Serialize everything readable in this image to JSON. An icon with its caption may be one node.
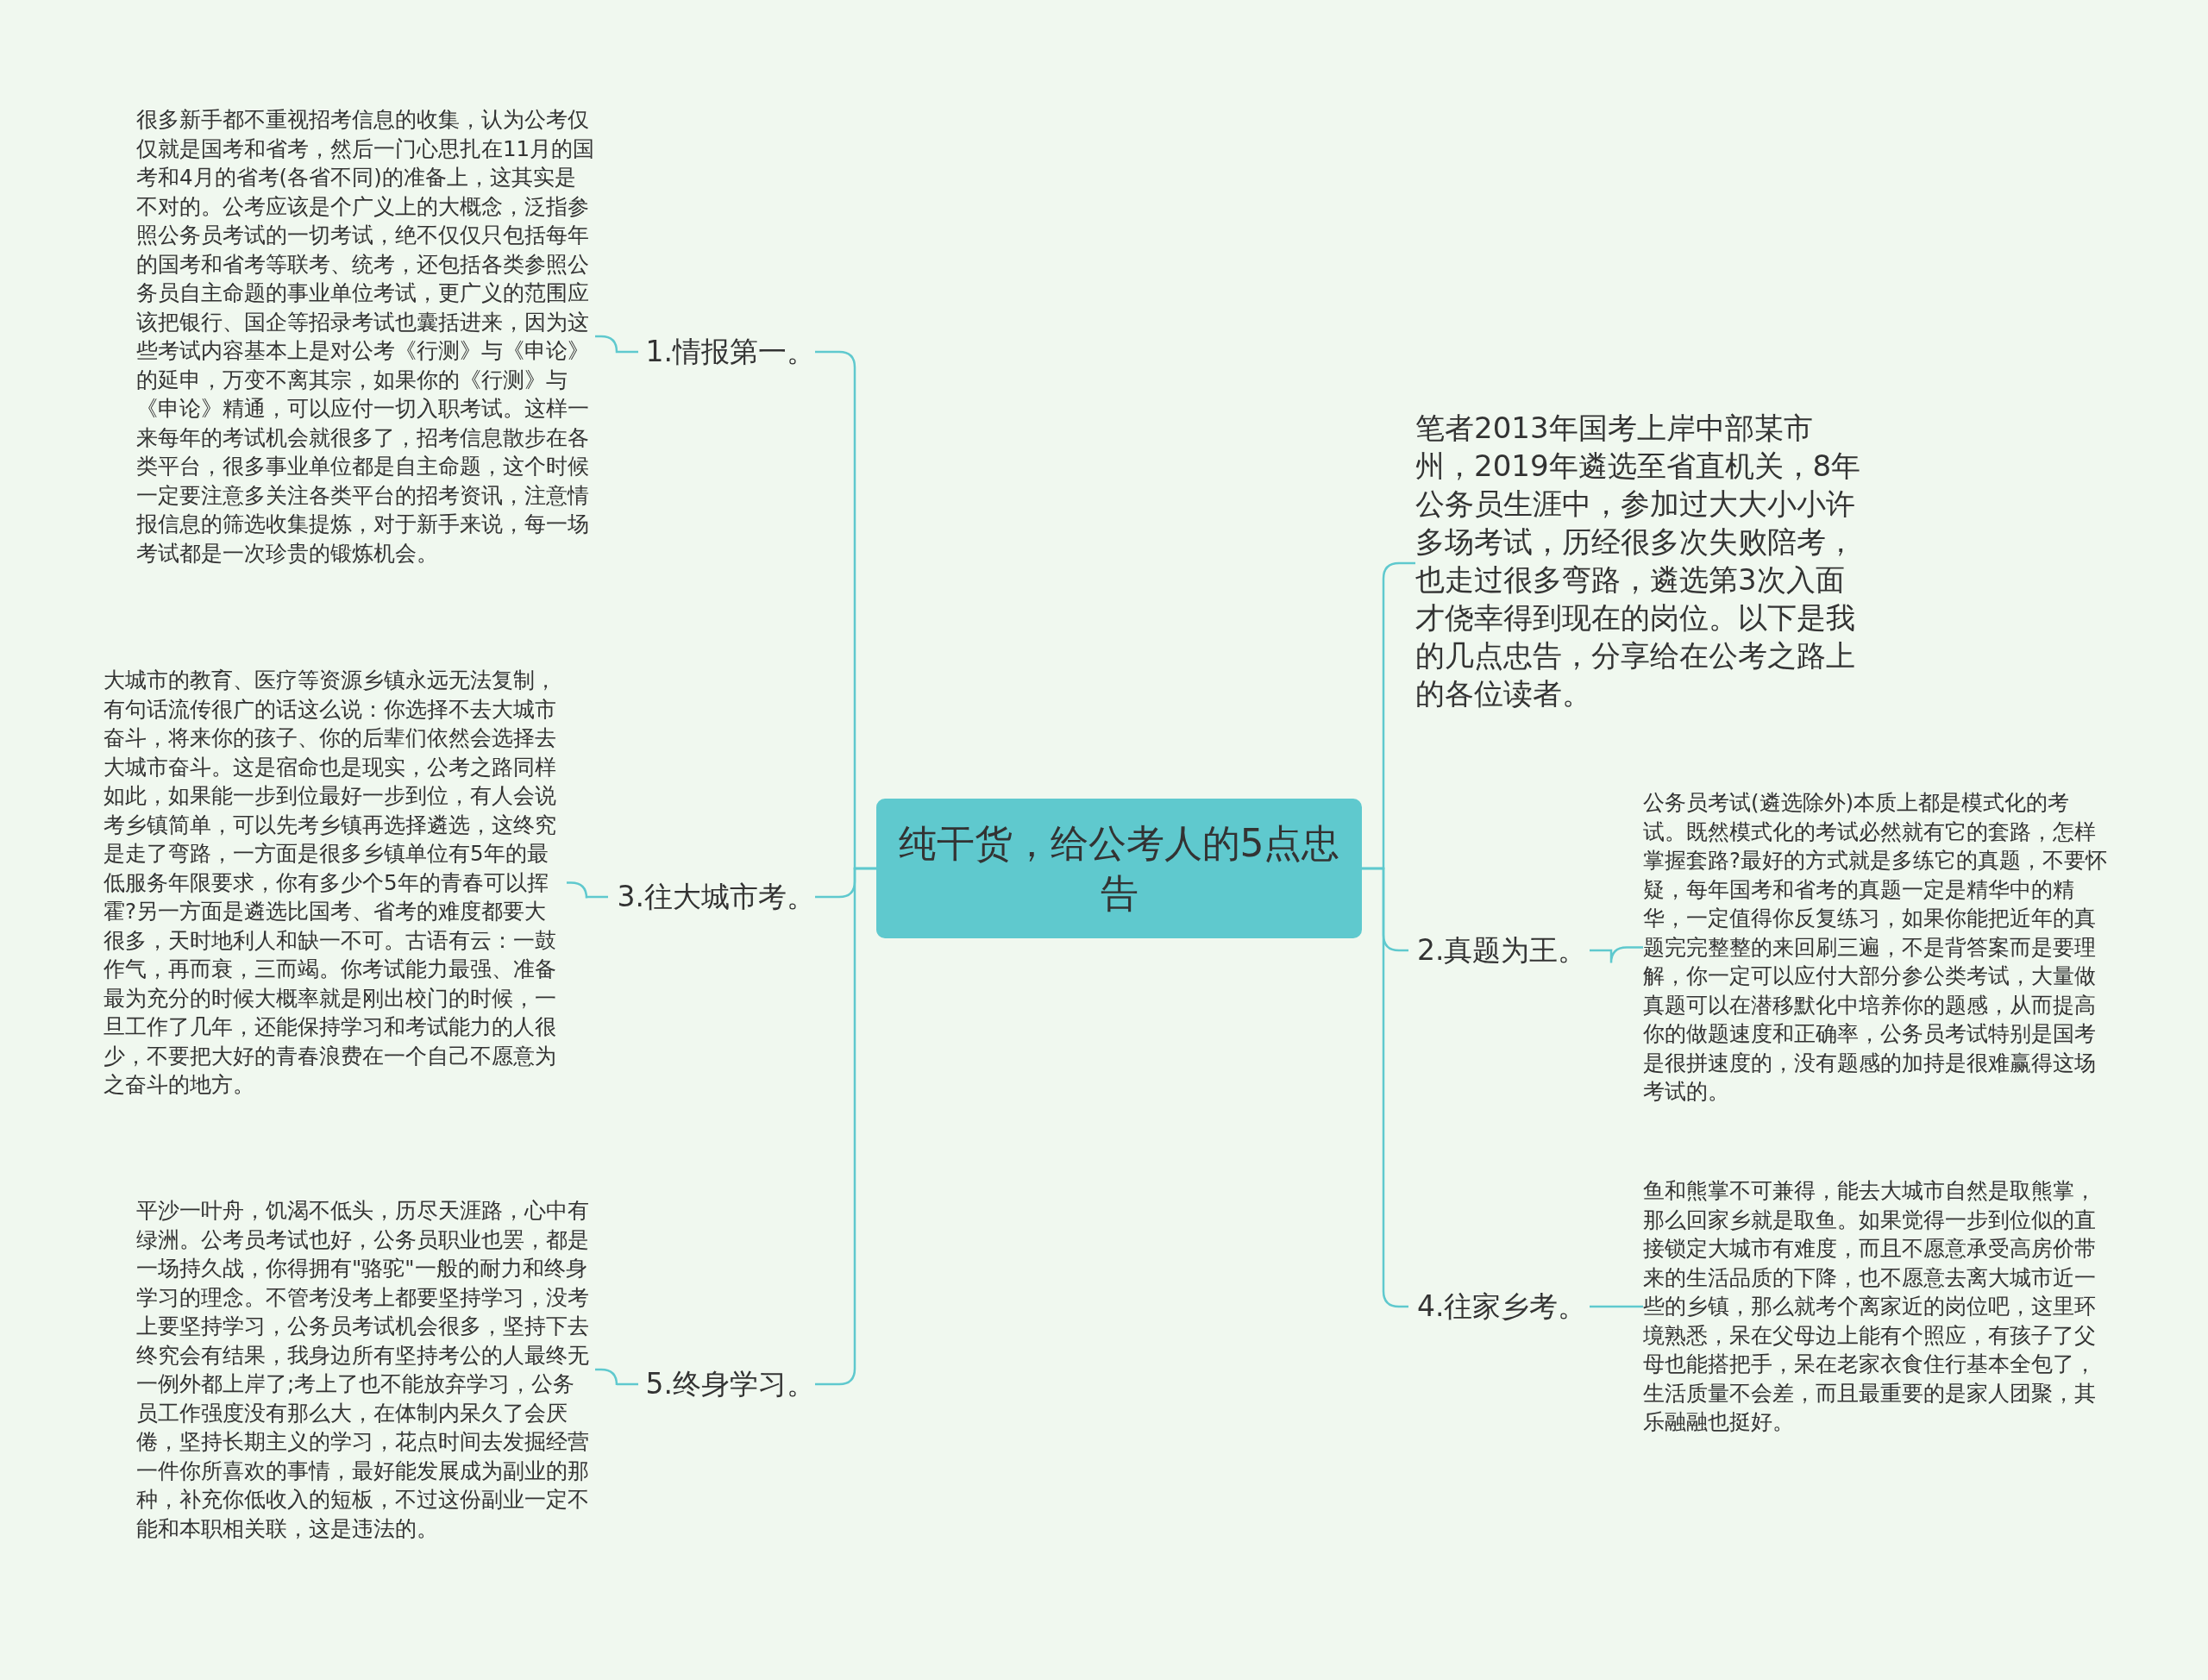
{
  "diagram": {
    "nodes": [
      {
        "text": [
          "纯干货，给公考人的5点忠告"
        ]
      },
      {
        "text": [
          "1.情报第一。"
        ]
      },
      {
        "text": [
          "很多新手都不重视招考信息的收集，认为公考仅仅就是国考和省考，然后一门心思扎在11月的国考和4月的省考(各省不同)的准备上，这其实是不对的。公考应该是个广义上的大概念，泛指参照公务员考试的一切考试，绝不仅仅只包括每年的国考和省考等联考、统考，还包括各类参照公务员自主命题的事业单位考试，更广义的范围应该把银行、国企等招录考试也囊括进来，因为这些考试内容基本上是对公考《行测》与《申论》的延申，万变不离其宗，如果你的《行测》与《申论》精通，可以应付一切入职考试。这样一来每年的考试机会就很多了，招考信息散步在各类平台，很多事业单位都是自主命题，这个时候一定要注意多关注各类平台的招考资讯，注意情报信息的筛选收集提炼，对于新手来说，每一场考试都是一次珍贵的锻炼机会。"
        ]
      },
      {
        "text": [
          "3.往大城市考。"
        ]
      },
      {
        "text": [
          "大城市的教育、医疗等资源乡镇永远无法复制，有句话流传很广的话这么说：你选择不去大城市奋斗，将来你的孩子、你的后辈们依然会选择去大城市奋斗。这是宿命也是现实，公考之路同样如此，如果能一步到位最好一步到位，有人会说考乡镇简单，可以先考乡镇再选择遴选，这终究是走了弯路，一方面是很多乡镇单位有5年的最低服务年限要求，你有多少个5年的青春可以挥霍?另一方面是遴选比国考、省考的难度都要大很多，天时地利人和缺一不可。古语有云：一鼓作气，再而衰，三而竭。你考试能力最强、准备最为充分的时候大概率就是刚出校门的时候，一旦工作了几年，还能保持学习和考试能力的人很少，不要把大好的青春浪费在一个自己不愿意为之奋斗的地方。"
        ]
      },
      {
        "text": [
          "5.终身学习。"
        ]
      },
      {
        "text": [
          "平沙一叶舟，饥渴不低头，历尽天涯路，心中有绿洲。公考员考试也好，公务员职业也罢，都是一场持久战，你得拥有\"骆驼\"一般的耐力和终身学习的理念。不管考没考上都要坚持学习，没考上要坚持学习，公务员考试机会很多，坚持下去终究会有结果，我身边所有坚持考公的人最终无一例外都上岸了;考上了也不能放弃学习，公务员工作强度没有那么大，在体制内呆久了会厌倦，坚持长期主义的学习，花点时间去发掘经营一件你所喜欢的事情，最好能发展成为副业的那种，补充你低收入的短板，不过这份副业一定不能和本职相关联，这是违法的。"
        ]
      },
      {
        "text": [
          "笔者2013年国考上岸中部某市州，2019年遴选至省直机关，8年公务员生涯中，参加过大大小小许多场考试，历经很多次失败陪考，也走过很多弯路，遴选第3次入面才侥幸得到现在的岗位。以下是我的几点忠告，分享给在公考之路上的各位读者。"
        ]
      },
      {
        "text": [
          "2.真题为王。"
        ]
      },
      {
        "text": [
          "公务员考试(遴选除外)本质上都是模式化的考试。既然模式化的考试必然就有它的套路，怎样掌握套路?最好的方式就是多练它的真题，不要怀疑，每年国考和省考的真题一定是精华中的精华，一定值得你反复练习，如果你能把近年的真题完完整整的来回刷三遍，不是背答案而是要理解，你一定可以应付大部分参公类考试，大量做真题可以在潜移默化中培养你的题感，从而提高你的做题速度和正确率，公务员考试特别是国考是很拼速度的，没有题感的加持是很难赢得这场考试的。"
        ]
      },
      {
        "text": [
          "4.往家乡考。"
        ]
      },
      {
        "text": [
          "鱼和熊掌不可兼得，能去大城市自然是取熊掌，那么回家乡就是取鱼。如果觉得一步到位似的直接锁定大城市有难度，而且不愿意承受高房价带来的生活品质的下降，也不愿意去离大城市近一些的乡镇，那么就考个离家近的岗位吧，这里环境熟悉，呆在父母边上能有个照应，有孩子了父母也能搭把手，呆在老家衣食住行基本全包了，生活质量不会差，而且最重要的是家人团聚，其乐融融也挺好。"
        ]
      }
    ],
    "edges": [
      {
        "from": 0,
        "to": 1,
        "arrow": "none"
      },
      {
        "from": 0,
        "to": 3,
        "arrow": "none"
      },
      {
        "from": 0,
        "to": 5,
        "arrow": "none"
      },
      {
        "from": 0,
        "to": 7,
        "arrow": "none"
      },
      {
        "from": 0,
        "to": 8,
        "arrow": "none"
      },
      {
        "from": 0,
        "to": 10,
        "arrow": "none"
      },
      {
        "from": 1,
        "to": 2,
        "arrow": "none"
      },
      {
        "from": 3,
        "to": 4,
        "arrow": "none"
      },
      {
        "from": 5,
        "to": 6,
        "arrow": "none"
      },
      {
        "from": 8,
        "to": 9,
        "arrow": "none"
      },
      {
        "from": 10,
        "to": 11,
        "arrow": "none"
      }
    ]
  }
}
